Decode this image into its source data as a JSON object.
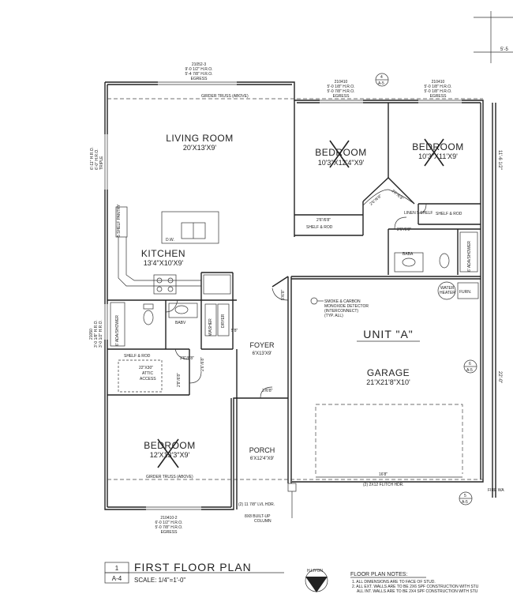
{
  "dimensions": {
    "top_right": "5'-5",
    "right_upper": "11'-6 1/2\"",
    "right_mid": "22'-0\"",
    "foyer_side": "5'8\"",
    "porch_depth": "3'8\""
  },
  "windows": {
    "living_top": [
      "21052-3",
      "9'-0 1/2\" H.R.O.",
      "5'-4 7/8\" H.R.O.",
      "EGRESS"
    ],
    "bed1_top": [
      "210410",
      "5'-0 1/8\" H.R.O.",
      "5'-0 7/8\" H.R.O.",
      "EGRESS"
    ],
    "bed2_top": [
      "210410",
      "5'-0 1/8\" H.R.O.",
      "5'-0 1/8\" H.R.O.",
      "EGRESS"
    ],
    "living_left": [
      "6'-11\" H.R.O.",
      "6'-0\" H.R.O.",
      "TRIPLE"
    ],
    "bath_left": [
      "21050",
      "3'-0 1/8\" H.R.O.",
      "3'-0 1/2\" H.R.O."
    ],
    "bed3_bottom": [
      "210410-2",
      "6'-0 1/2\" H.R.O.",
      "5'-0 7/8\" H.R.O.",
      "EGRESS"
    ]
  },
  "rooms": {
    "living": {
      "name": "LIVING ROOM",
      "size": "20'X13'X9'"
    },
    "kitchen": {
      "name": "KITCHEN",
      "size": "13'4\"X10'X9'"
    },
    "bedroom1": {
      "name": "BEDROOM",
      "size": "10'3\"X12'4\"X9'"
    },
    "bedroom2": {
      "name": "BEDROOM",
      "size": "10'3\"X11'X9'"
    },
    "bedroom3": {
      "name": "BEDROOM",
      "size": "12'X13'3\"X9'"
    },
    "foyer": {
      "name": "FOYER",
      "size": "6'X13'X9'"
    },
    "porch": {
      "name": "PORCH",
      "size": "6'X12'4\"X9'"
    },
    "garage": {
      "name": "GARAGE",
      "size": "21'X21'8\"X10'"
    },
    "unit": "UNIT \"A\""
  },
  "labels": {
    "girder_top": "GIRDER TRUSS (ABOVE)",
    "girder_bottom": "GIRDER TRUSS (ABOVE)",
    "shelf_rod": "SHELF & ROD",
    "shelf_rod_2": "SHELF & ROD",
    "shelf_rod_3": "SHELF & ROD",
    "shelf_pantry": "5 SHELF PANTRY",
    "linen": "LINEN 5 SHELF",
    "dw": "D.W.",
    "ada_shower": "6' ADA/SHOWER",
    "ada_shower_2": "6' ADA/SHOWER",
    "smoke_detector": [
      "SMOKE & CARBON",
      "MONOXIDE DETECTOR",
      "(INTERCONNECT)",
      "(TYP. ALL)"
    ],
    "attic": [
      "22\"X30\"",
      "ATTIC",
      "ACCESS"
    ],
    "water_heater": [
      "WATER",
      "HEATER"
    ],
    "furn": "FURN.",
    "washer": "WASHER",
    "dryer": "DRYER",
    "bath_a": "BABV",
    "bath_b": "BABA",
    "garage_door": "16'8\"",
    "flitch": "(2) 2X12 FLITCH HDR.",
    "lvl": "(2) 11 7/8\" LVL HDR.",
    "column": [
      "8X8 BUILT-UP",
      "COLUMN"
    ],
    "fire_wall": "FIRE WA",
    "door_2_6": "2'6\"/6'8\"",
    "door_2_8": "2'8\"/6'8\"",
    "door_5_8": "5'/6'8\"",
    "door_3_8": "3'/6'8\""
  },
  "callouts": [
    {
      "num": "4",
      "sheet": "A-5"
    },
    {
      "num": "6",
      "sheet": "A-5"
    },
    {
      "num": "5",
      "sheet": "A-5"
    }
  ],
  "title_block": {
    "number": "1",
    "sheet": "A-4",
    "title": "FIRST FLOOR PLAN",
    "scale": "SCALE: 1/4\"=1'-0\"",
    "north_label": "H.LIYON"
  },
  "notes": {
    "heading": "FLOOR PLAN NOTES:",
    "items": [
      "1. ALL DIMENSIONS ARE TO FACE OF STUD.",
      "2. ALL EXT. WALLS ARE TO BE 2X6 SPF CONSTRUCTION WITH STU",
      "ALL INT. WALLS ARE TO BE 2X4 SPF CONSTRUCTION WITH STU"
    ]
  }
}
